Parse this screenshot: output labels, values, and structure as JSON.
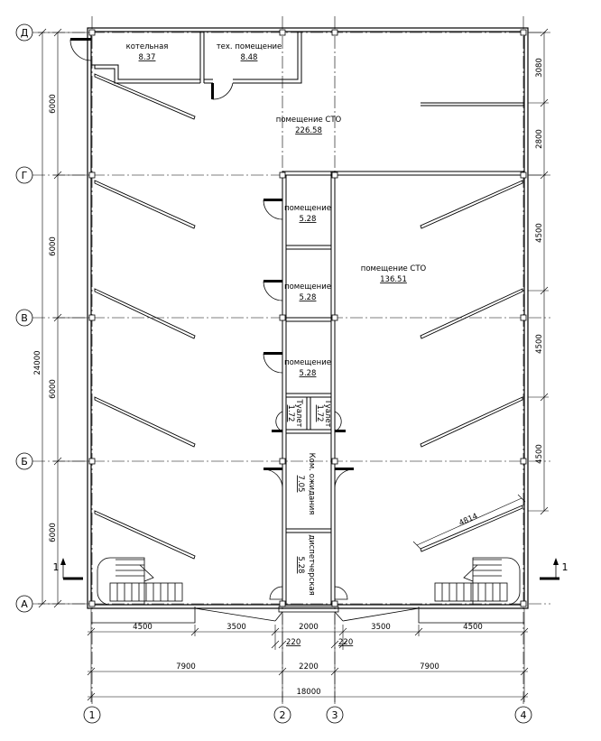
{
  "axes": {
    "letters": [
      "Д",
      "Г",
      "В",
      "Б",
      "А"
    ],
    "numbers": [
      "1",
      "2",
      "3",
      "4"
    ]
  },
  "rooms": {
    "boiler": {
      "name": "котельная",
      "area": "8.37"
    },
    "tech": {
      "name": "тех. помещение",
      "area": "8.48"
    },
    "sto_top": {
      "name": "помещение СТО",
      "area": "226.58"
    },
    "sto_right": {
      "name": "помещение СТО",
      "area": "136.51"
    },
    "room1": {
      "name": "помещение",
      "area": "5.28"
    },
    "room2": {
      "name": "помещение",
      "area": "5.28"
    },
    "room3": {
      "name": "помещение",
      "area": "5.28"
    },
    "wc1": {
      "name": "Туалет",
      "area": "1.72"
    },
    "wc2": {
      "name": "Туалет",
      "area": "1.72"
    },
    "waiting": {
      "name": "Ком. ожидания",
      "area": "7.05"
    },
    "dispatch": {
      "name": "диспетчерская",
      "area": "5.28"
    }
  },
  "dimensions": {
    "left_total": "24000",
    "left_segments": [
      "6000",
      "6000",
      "6000",
      "6000"
    ],
    "right_segments": [
      "3080",
      "2800",
      "4500",
      "4500",
      "4500"
    ],
    "diag": "4814",
    "row1": [
      "4500",
      "3500",
      "2000",
      "3500",
      "4500"
    ],
    "small_left": "220",
    "small_right": "220",
    "row2": [
      "7900",
      "2200",
      "7900"
    ],
    "total": "18000"
  },
  "section_mark": {
    "left": "1",
    "right": "1"
  }
}
